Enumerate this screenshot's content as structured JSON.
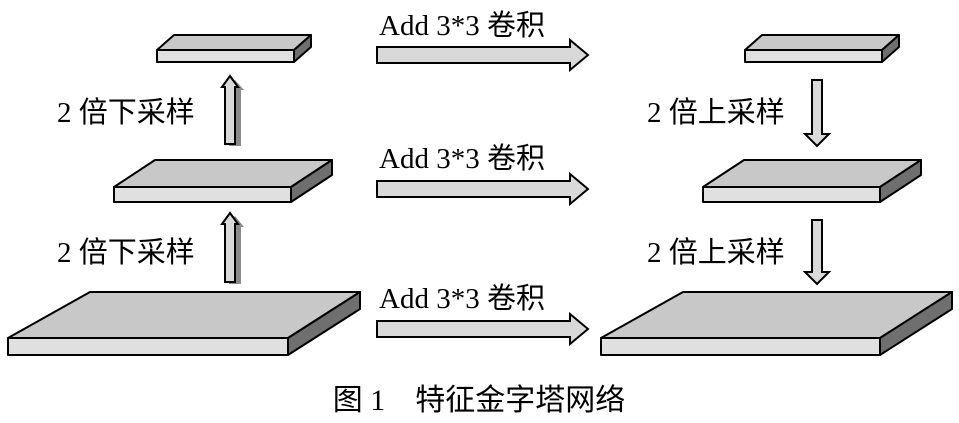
{
  "diagram": {
    "conv_labels": [
      "Add 3*3 卷积",
      "Add 3*3 卷积",
      "Add 3*3 卷积"
    ],
    "downsample_labels": [
      "2 倍下采样",
      "2 倍下采样"
    ],
    "upsample_labels": [
      "2 倍上采样",
      "2 倍上采样"
    ],
    "caption": "图 1　特征金字塔网络",
    "colors": {
      "plate_top": "#c8c8c8",
      "plate_front": "#e0e0e0",
      "plate_side": "#6f6f6f",
      "arrow_fill": "#d9d9d9"
    }
  }
}
